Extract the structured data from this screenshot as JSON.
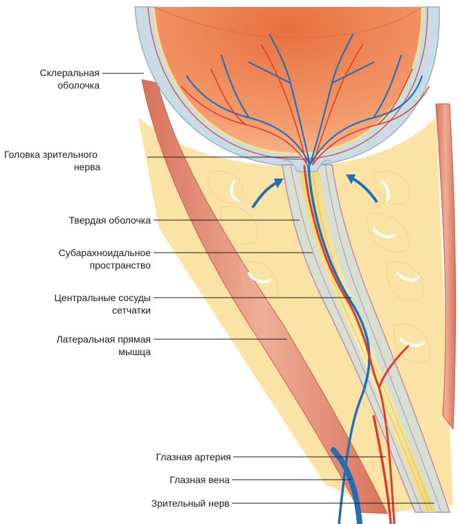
{
  "labels": {
    "sclera_line1": "Склеральная",
    "sclera_line2": "оболочка",
    "optic_head_line1": "Головка зрительного",
    "optic_head_line2": "нерва",
    "dura": "Твердая оболочка",
    "subarachnoid_line1": "Субарахноидальное",
    "subarachnoid_line2": "пространство",
    "central_vessels_line1": "Центральные сосуды",
    "central_vessels_line2": "сетчатки",
    "lateral_muscle_line1": "Латеральная прямая",
    "lateral_muscle_line2": "мышца",
    "ophthalmic_artery": "Глазная артерия",
    "ophthalmic_vein": "Глазная вена",
    "optic_nerve": "Зрительный нерв"
  },
  "colors": {
    "retina": "#f0956a",
    "sclera": "#c9dce6",
    "fat": "#fbe3a6",
    "muscle": "#e49880",
    "artery": "#e03a2a",
    "vein": "#1f6fb6",
    "nerve": "#f6e08a",
    "sheath": "#d7dfd0"
  }
}
